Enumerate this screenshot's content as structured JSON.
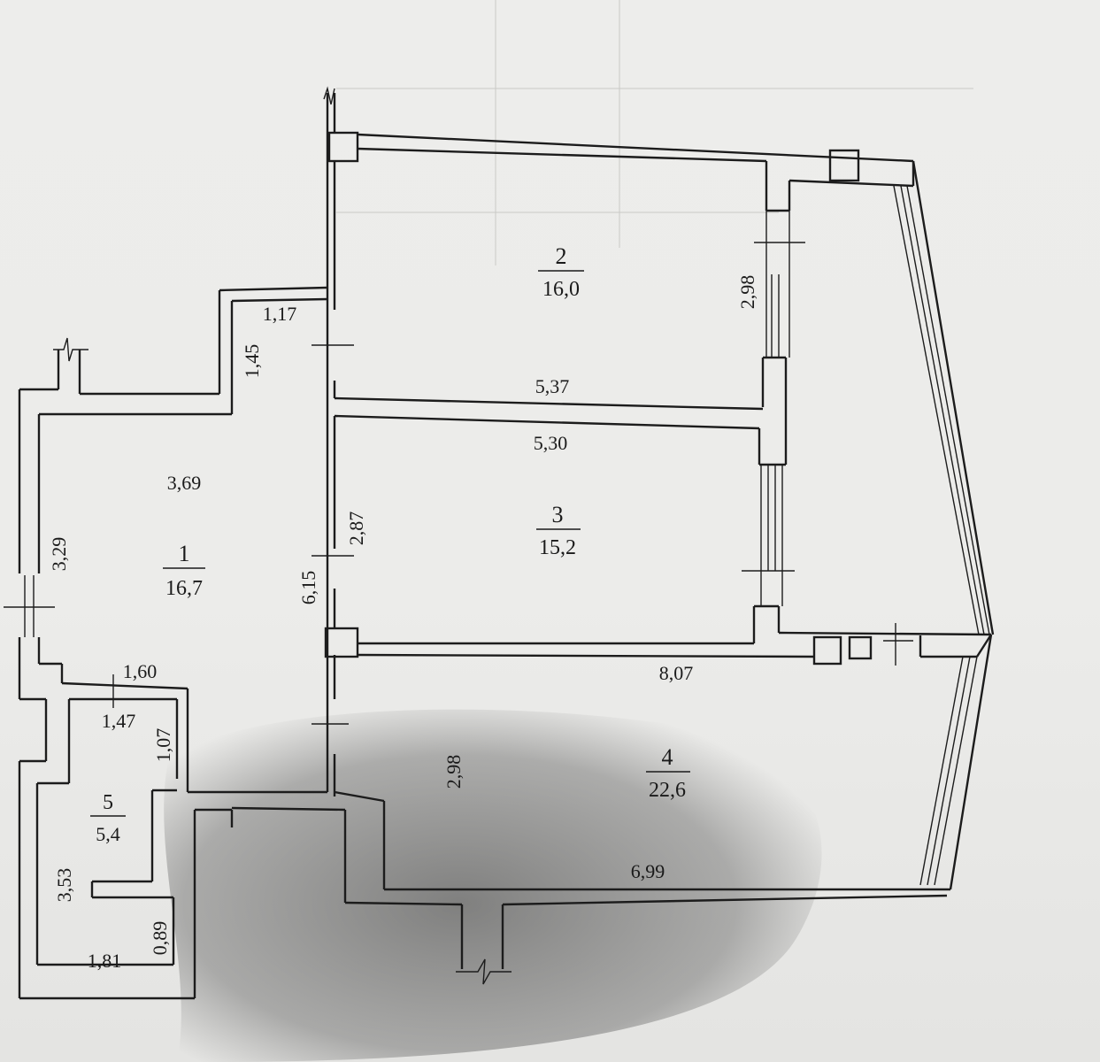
{
  "rooms": [
    {
      "id": "room-1",
      "number": "1",
      "area": "16,7"
    },
    {
      "id": "room-2",
      "number": "2",
      "area": "16,0"
    },
    {
      "id": "room-3",
      "number": "3",
      "area": "15,2"
    },
    {
      "id": "room-4",
      "number": "4",
      "area": "22,6"
    },
    {
      "id": "room-5",
      "number": "5",
      "area": "5,4"
    }
  ],
  "dimensions": {
    "d_1_17": "1,17",
    "d_1_45": "1,45",
    "d_3_69": "3,69",
    "d_3_29": "3,29",
    "d_6_15": "6,15",
    "d_2_87": "2,87",
    "d_5_37": "5,37",
    "d_5_30": "5,30",
    "d_2_98_top": "2,98",
    "d_8_07": "8,07",
    "d_2_98_bottom": "2,98",
    "d_6_99": "6,99",
    "d_1_60": "1,60",
    "d_1_47": "1,47",
    "d_1_07": "1,07",
    "d_3_53": "3,53",
    "d_0_89": "0,89",
    "d_1_81": "1,81"
  },
  "colors": {
    "paper": "#ececea",
    "ink": "#1c1c1c",
    "shadow": "#3a3a3a"
  }
}
